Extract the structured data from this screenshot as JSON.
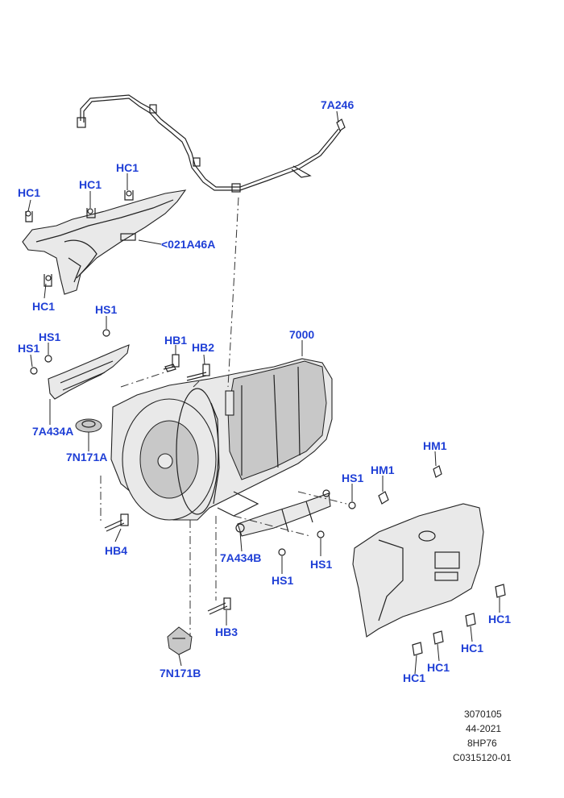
{
  "callouts": {
    "hc1_a": "HC1",
    "hc1_b": "HC1",
    "hc1_c": "HC1",
    "hc1_d": "HC1",
    "hc1_e": "HC1",
    "hc1_f": "HC1",
    "hc1_g": "HC1",
    "hc1_h": "HC1",
    "a7a246": "7A246",
    "a021a46": "<021A46A",
    "hs1_a": "HS1",
    "hs1_b": "HS1",
    "hs1_c": "HS1",
    "hs1_d": "HS1",
    "hs1_e": "HS1",
    "hs1_f": "HS1",
    "hb1": "HB1",
    "hb2": "HB2",
    "hb3": "HB3",
    "hb4": "HB4",
    "a7000": "7000",
    "a7a434a": "7A434A",
    "a7n171a": "7N171A",
    "a7a434b": "7A434B",
    "a7n171b": "7N171B",
    "hm1_a": "HM1",
    "hm1_b": "HM1"
  },
  "meta": {
    "line1": "3070105",
    "line2": "44-2021",
    "line3": "8HP76",
    "line4": "C0315120-01"
  },
  "colors": {
    "callout": "#1f3fd6",
    "line": "#222222"
  }
}
